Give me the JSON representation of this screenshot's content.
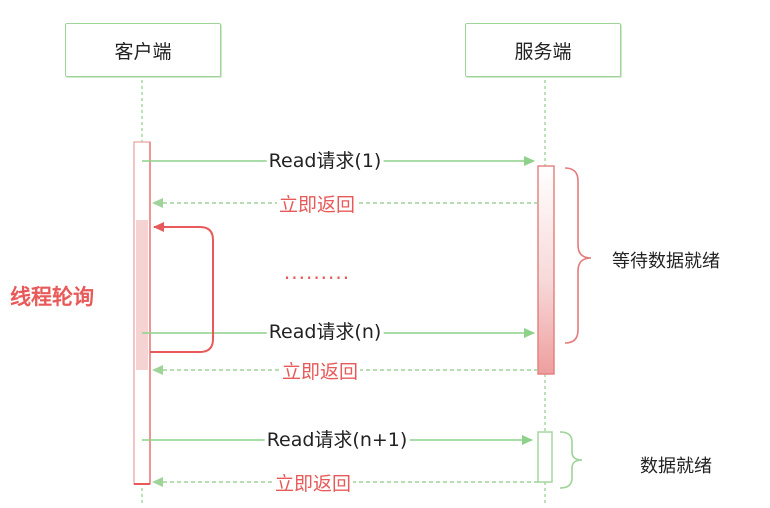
{
  "actors": {
    "client": "客户端",
    "server": "服务端"
  },
  "messages": {
    "request_1": "Read请求(1)",
    "return_1": "立即返回",
    "ellipsis": ".........",
    "request_n": "Read请求(n)",
    "return_n": "立即返回",
    "request_n1": "Read请求(n+1)",
    "return_n1": "立即返回"
  },
  "annotations": {
    "polling": "线程轮询",
    "waiting": "等待数据就绪",
    "ready": "数据就绪"
  },
  "colors": {
    "request_arrow": "#8ed18a",
    "return_arrow": "#9fd39a",
    "polling": "#e85a5a",
    "lifeline": "#a6d8a2",
    "return_text": "#e85a5a"
  }
}
